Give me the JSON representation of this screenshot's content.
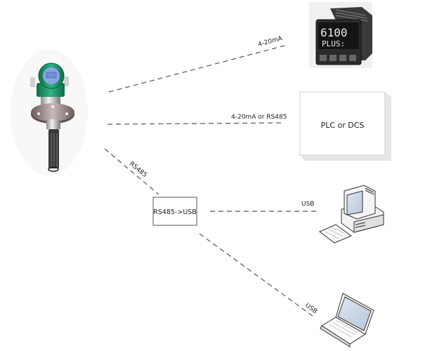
{
  "diagram": {
    "nodes": {
      "sensor": {
        "label": ""
      },
      "controller": {
        "display_line1": "6100",
        "display_line2": "PLUS:"
      },
      "plc": {
        "label": "PLC or DCS"
      },
      "converter": {
        "label": "RS485->USB"
      },
      "desktop": {
        "label": ""
      },
      "laptop": {
        "label": ""
      }
    },
    "connections": [
      {
        "from": "sensor",
        "to": "controller",
        "label": "4-20mA"
      },
      {
        "from": "sensor",
        "to": "plc",
        "label": "4-20mA or RS485"
      },
      {
        "from": "sensor",
        "to": "converter",
        "label": "RS485"
      },
      {
        "from": "converter",
        "to": "desktop",
        "label": "USB"
      },
      {
        "from": "converter",
        "to": "laptop",
        "label": "USB"
      }
    ]
  },
  "colors": {
    "line": "#555555",
    "sensor_green": "#1f9a6a",
    "display_blue": "#6f8fd8",
    "controller_body": "#2b2b2b",
    "box_border": "#cfcfcf",
    "box_shadow": "#e6e6e6"
  }
}
